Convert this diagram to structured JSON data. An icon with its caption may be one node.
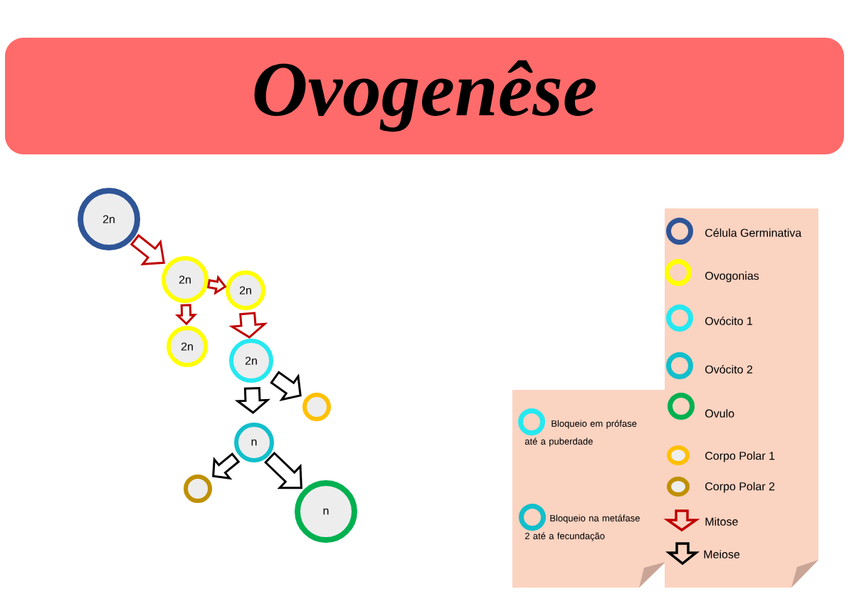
{
  "diagram": {
    "title": "Ovogenêse",
    "nodes": [
      {
        "text": [
          "2n"
        ]
      },
      {
        "text": [
          "2n"
        ]
      },
      {
        "text": [
          "2n"
        ]
      },
      {
        "text": [
          "2n"
        ]
      },
      {
        "text": [
          "2n"
        ]
      },
      {
        "text": [],
        "shape": "circle"
      },
      {
        "text": [
          "n"
        ]
      },
      {
        "text": [],
        "shape": "circle"
      },
      {
        "text": [
          "n"
        ]
      }
    ],
    "edges": [
      {
        "from": 0,
        "to": 1,
        "arrow": "to",
        "color": "#c00000"
      },
      {
        "from": 1,
        "to": 2,
        "arrow": "to",
        "color": "#c00000"
      },
      {
        "from": 1,
        "to": 3,
        "arrow": "to",
        "color": "#c00000"
      },
      {
        "from": 2,
        "to": 4,
        "arrow": "to",
        "color": "#c00000"
      },
      {
        "from": 4,
        "to": 5,
        "arrow": "to",
        "color": "#000000"
      },
      {
        "from": 4,
        "to": 6,
        "arrow": "to",
        "color": "#000000"
      },
      {
        "from": 6,
        "to": 7,
        "arrow": "to",
        "color": "#000000"
      },
      {
        "from": 6,
        "to": 8,
        "arrow": "to",
        "color": "#000000"
      }
    ],
    "legend": [
      {
        "text": "Célula Germinativa",
        "color": "#2f5597"
      },
      {
        "text": "Ovogonias",
        "color": "#ffff00"
      },
      {
        "text": "Ovócito 1",
        "color": "#25e8f0"
      },
      {
        "text": "Ovócito 2",
        "color": "#11bfcb"
      },
      {
        "text": "Ovulo",
        "color": "#00b050"
      },
      {
        "text": "Corpo Polar 1",
        "color": "#ffc000"
      },
      {
        "text": "Corpo Polar 2",
        "color": "#bf9000"
      },
      {
        "text": "Mitose",
        "color": "#c00000"
      },
      {
        "text": "Meiose",
        "color": "#000000"
      },
      {
        "text": "Bloqueio em prófase até a puberdade",
        "color": "#25e8f0"
      },
      {
        "text": "Bloqueio na metáfase 2 até a fecundação",
        "color": "#11bfcb"
      }
    ]
  }
}
